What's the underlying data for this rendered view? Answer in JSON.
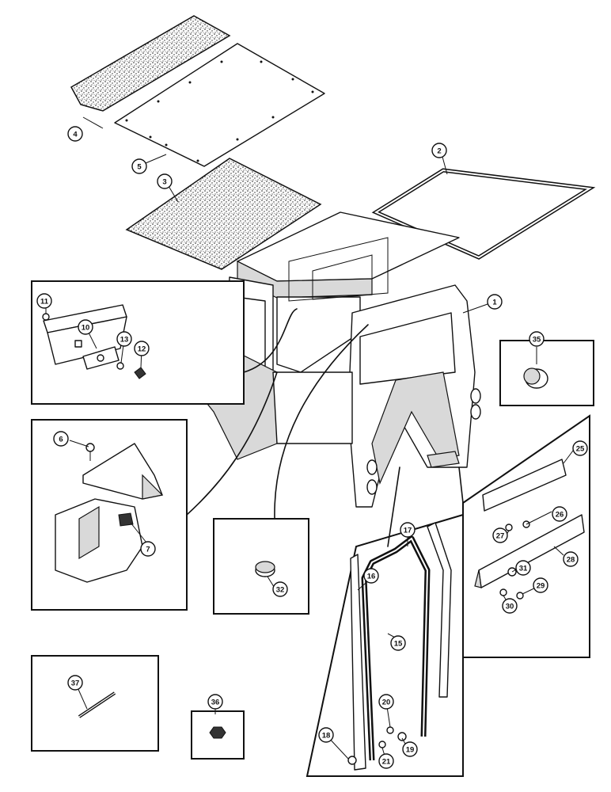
{
  "callouts": [
    {
      "id": "c1",
      "label": "1"
    },
    {
      "id": "c2",
      "label": "2"
    },
    {
      "id": "c3",
      "label": "3"
    },
    {
      "id": "c4",
      "label": "4"
    },
    {
      "id": "c5",
      "label": "5"
    },
    {
      "id": "c6",
      "label": "6"
    },
    {
      "id": "c7",
      "label": "7"
    },
    {
      "id": "c10",
      "label": "10"
    },
    {
      "id": "c11",
      "label": "11"
    },
    {
      "id": "c12",
      "label": "12"
    },
    {
      "id": "c13",
      "label": "13"
    },
    {
      "id": "c15",
      "label": "15"
    },
    {
      "id": "c16",
      "label": "16"
    },
    {
      "id": "c17",
      "label": "17"
    },
    {
      "id": "c18",
      "label": "18"
    },
    {
      "id": "c19",
      "label": "19"
    },
    {
      "id": "c20",
      "label": "20"
    },
    {
      "id": "c21",
      "label": "21"
    },
    {
      "id": "c25",
      "label": "25"
    },
    {
      "id": "c26",
      "label": "26"
    },
    {
      "id": "c27",
      "label": "27"
    },
    {
      "id": "c28",
      "label": "28"
    },
    {
      "id": "c29",
      "label": "29"
    },
    {
      "id": "c30",
      "label": "30"
    },
    {
      "id": "c31",
      "label": "31"
    },
    {
      "id": "c32",
      "label": "32"
    },
    {
      "id": "c35",
      "label": "35"
    },
    {
      "id": "c36",
      "label": "36"
    },
    {
      "id": "c37",
      "label": "37"
    }
  ]
}
